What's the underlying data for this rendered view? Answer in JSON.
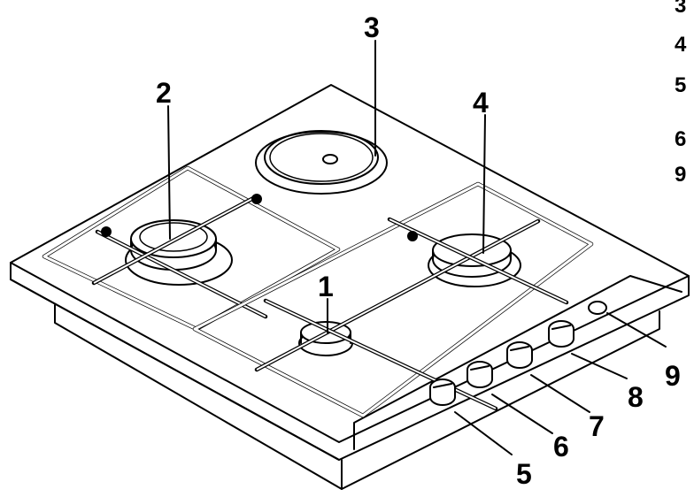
{
  "callouts": {
    "burner_1": "1",
    "burner_2": "2",
    "burner_3": "3",
    "burner_4": "4",
    "knob_5": "5",
    "knob_6": "6",
    "knob_7": "7",
    "knob_8": "8",
    "indicator_9": "9"
  },
  "side_list": [
    "3",
    "4",
    "5",
    "6",
    "9"
  ]
}
